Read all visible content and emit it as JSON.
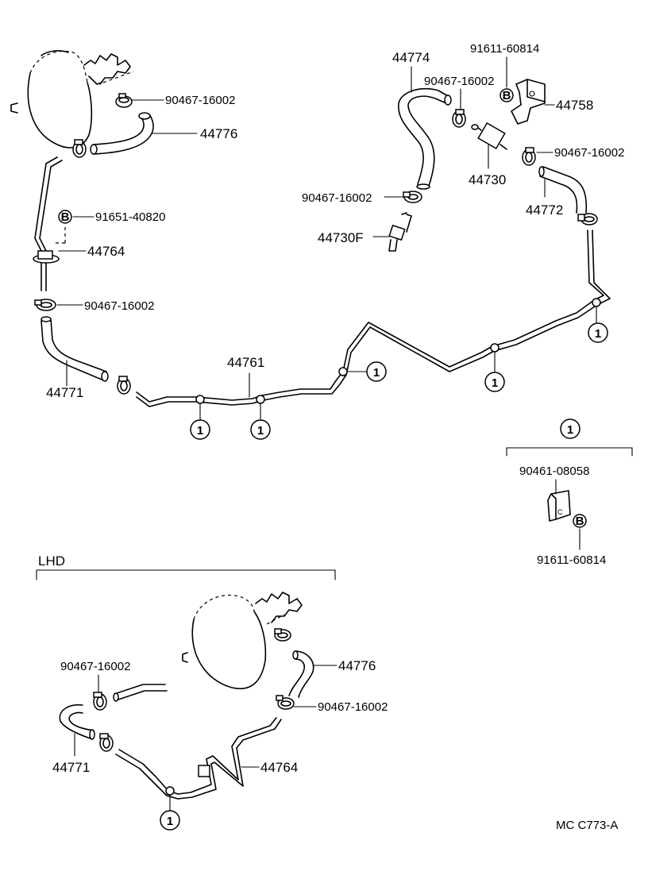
{
  "labels": {
    "p44774": "44774",
    "p91611_top": "91611-60814",
    "p90467_a": "90467-16002",
    "p44758": "44758",
    "p90467_b": "90467-16002",
    "p44730": "44730",
    "p90467_c": "90467-16002",
    "p44772": "44772",
    "p44730F": "44730F",
    "p90467_d": "90467-16002",
    "p44776": "44776",
    "p91651": "91651-40820",
    "p44764": "44764",
    "p90467_e": "90467-16002",
    "p44771": "44771",
    "p44761": "44761",
    "p90461": "90461-08058",
    "p91611_bottom": "91611-60814",
    "lhd": "LHD",
    "lhd_90467_a": "90467-16002",
    "lhd_44776": "44776",
    "lhd_90467_b": "90467-16002",
    "lhd_44771": "44771",
    "lhd_44764": "44764",
    "footer_code": "MC  C773-A"
  },
  "markers": {
    "ref_one": "1",
    "bolt_b": "B"
  },
  "icons": [
    "brake-booster-icon",
    "hose-clamp-icon",
    "vacuum-hose-icon",
    "check-valve-icon",
    "bracket-clip-icon",
    "bolt-icon",
    "vacuum-pipe-icon"
  ]
}
